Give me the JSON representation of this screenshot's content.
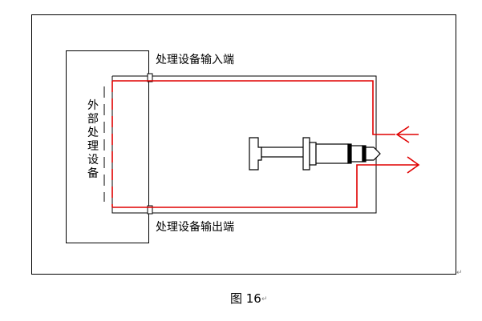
{
  "diagram": {
    "input_label": "处理设备输入端",
    "output_label": "处理设备输出端",
    "device_label": "外部处理设备",
    "caption": "图 16",
    "paragraph_mark": "↵"
  },
  "colors": {
    "signal_line": "#e00000",
    "outline": "#000000",
    "background": "#ffffff"
  },
  "icons": {
    "plug": "audio-jack-plug-icon",
    "arrows": "signal-arrow-icon"
  }
}
